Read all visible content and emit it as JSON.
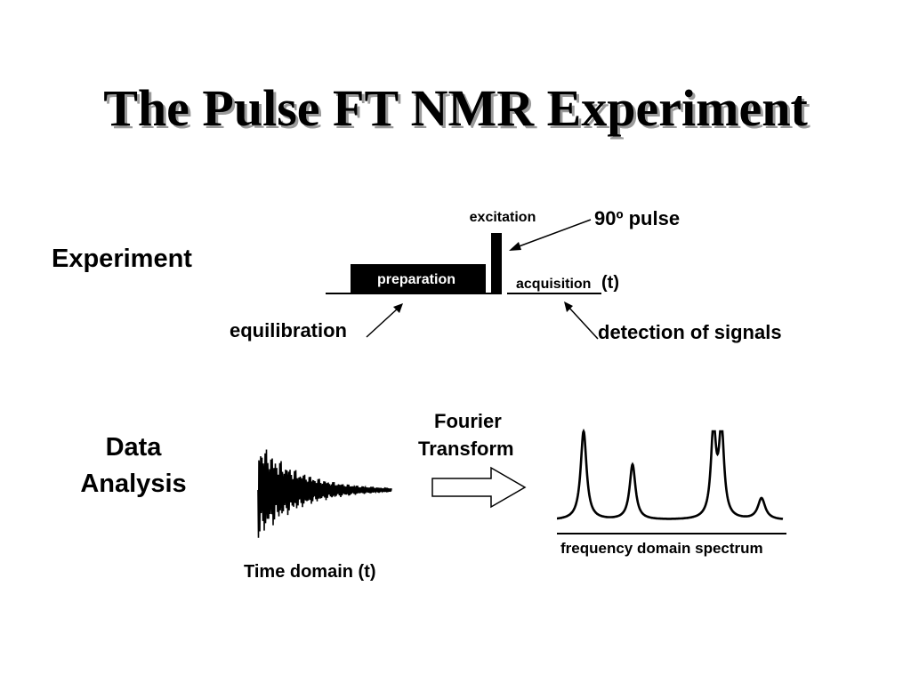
{
  "title": "The Pulse FT NMR Experiment",
  "experiment_row": {
    "label": "Experiment",
    "excitation": "excitation",
    "pulse": "90º pulse",
    "preparation": "preparation",
    "acquisition": "acquisition",
    "acquisition_suffix": "(t)",
    "equilibration": "equilibration",
    "detection": "detection of signals"
  },
  "analysis_row": {
    "label_line1": "Data",
    "label_line2": "Analysis",
    "fourier_line1": "Fourier",
    "fourier_line2": "Transform",
    "time_domain": "Time domain (t)",
    "frequency_domain": "frequency domain spectrum"
  }
}
